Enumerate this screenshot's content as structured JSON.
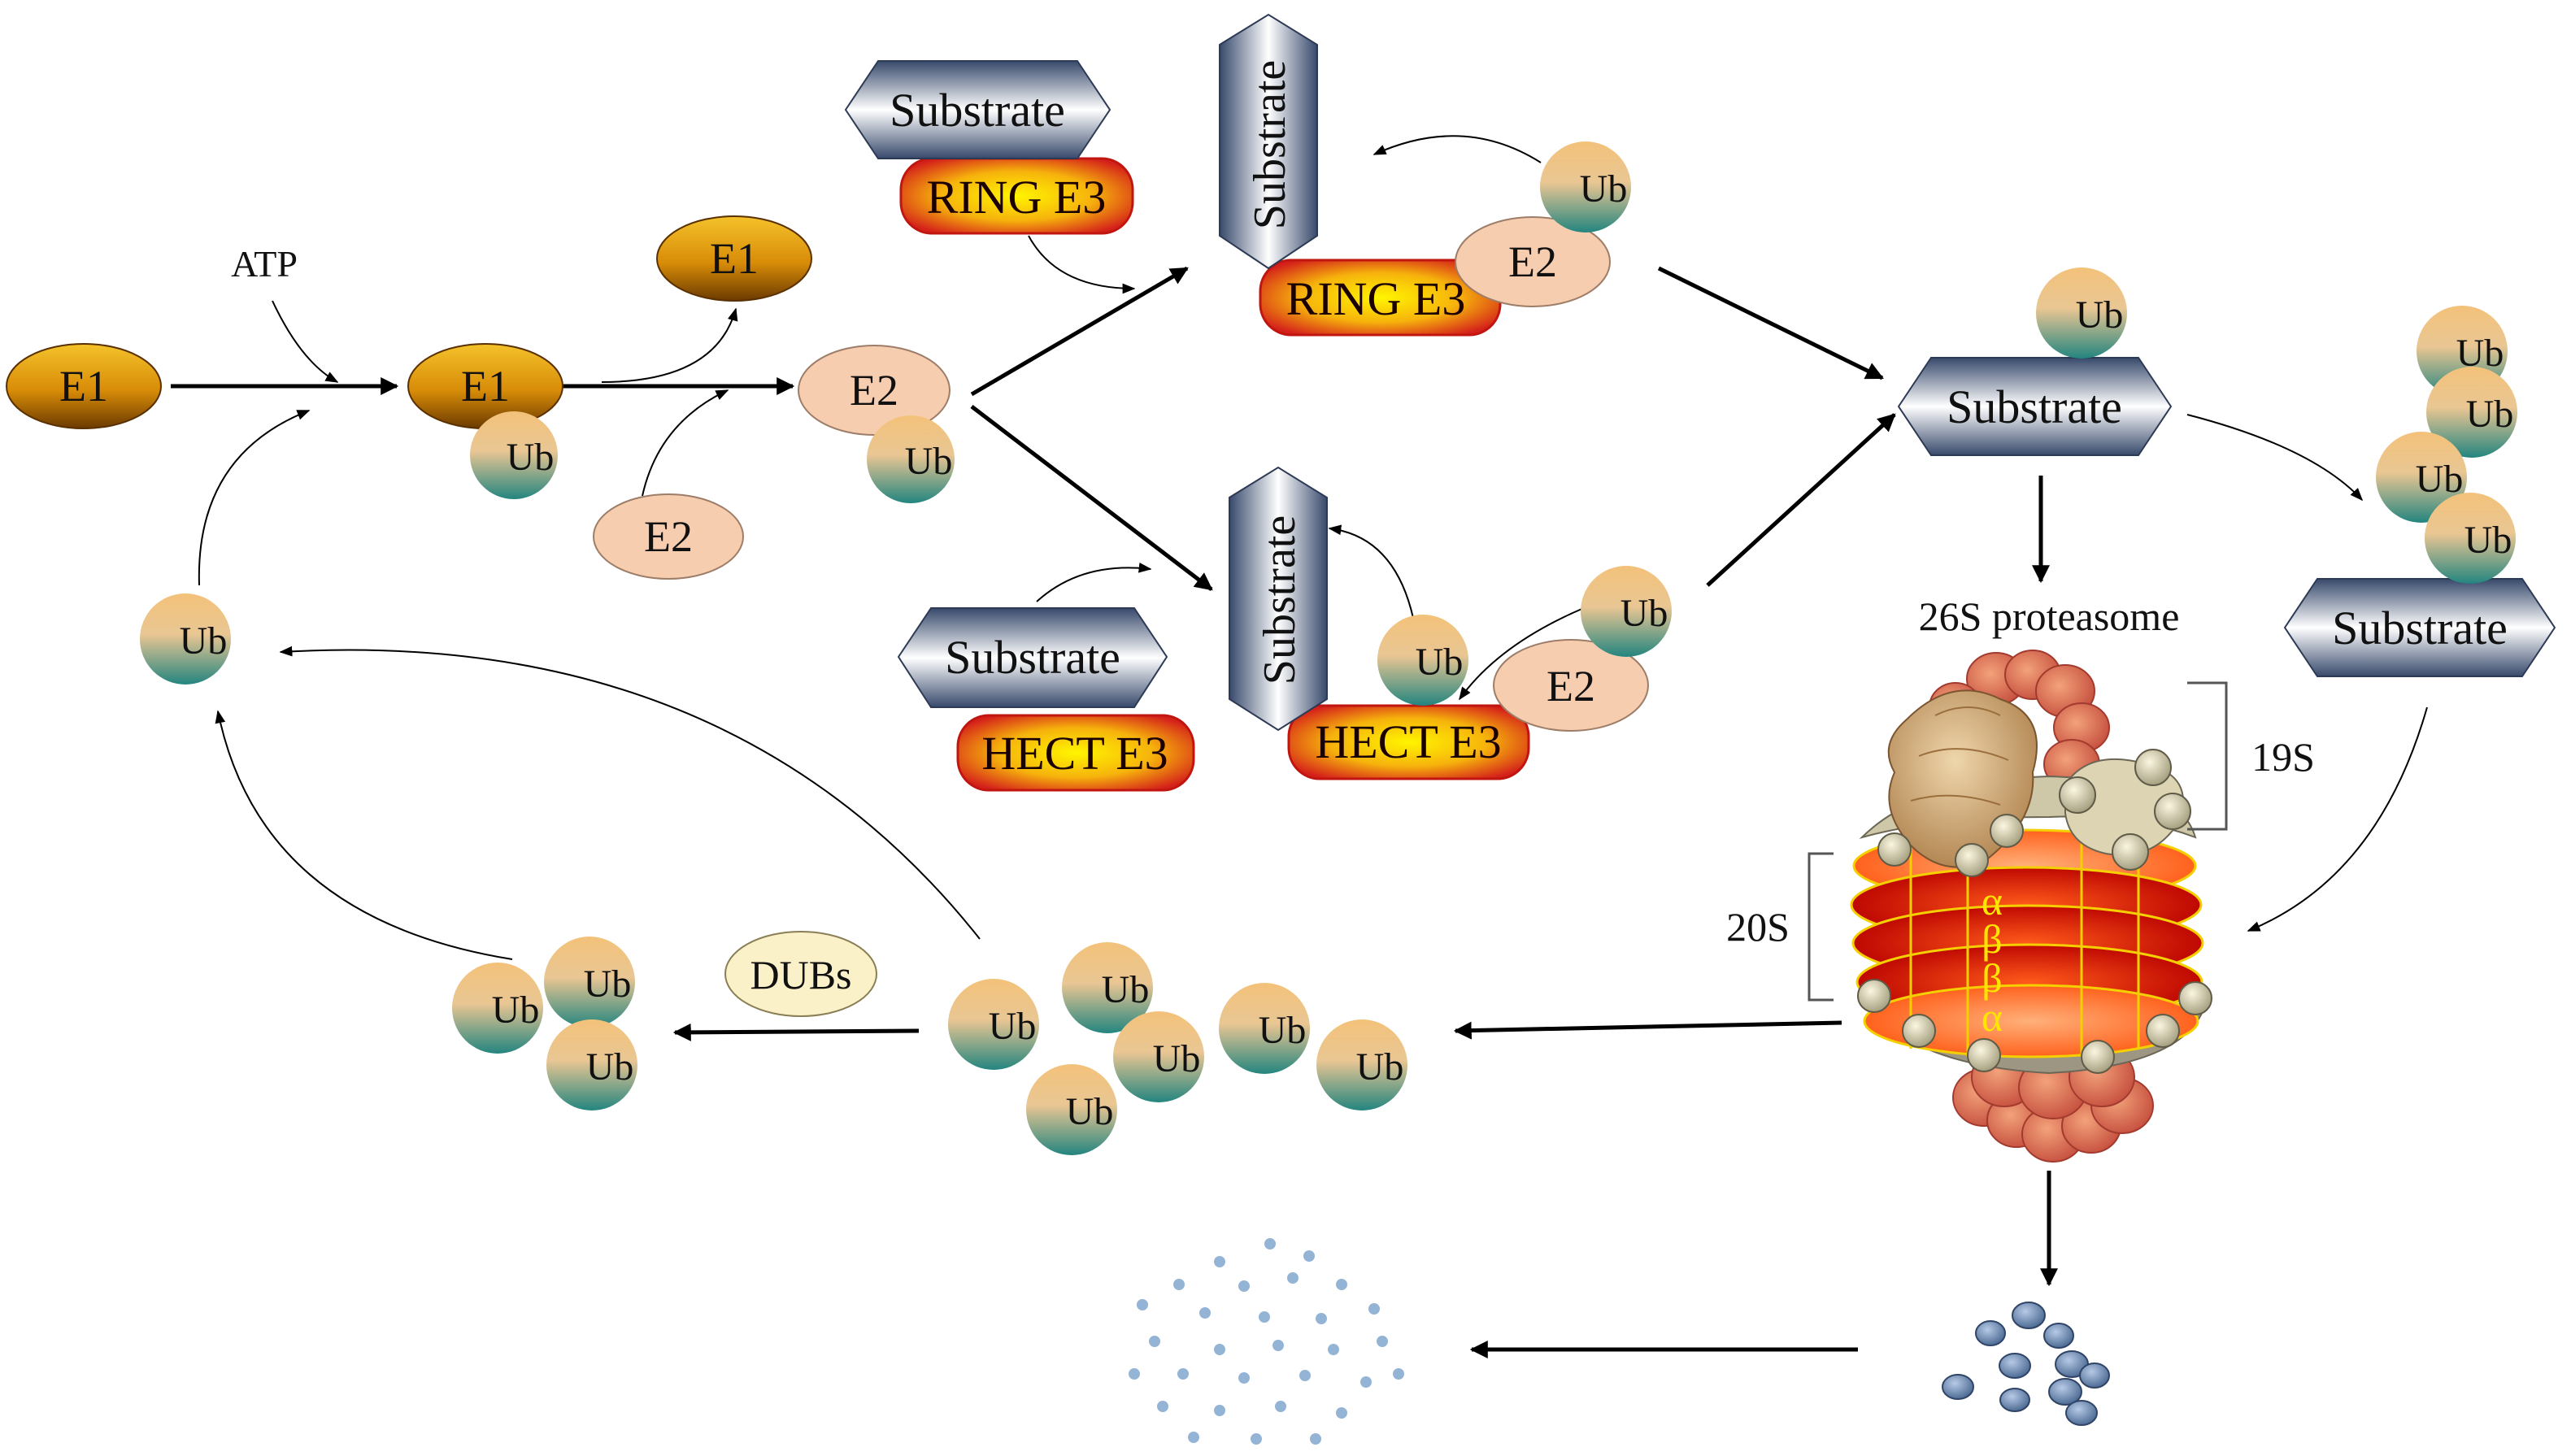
{
  "labels": {
    "e1": "E1",
    "e2": "E2",
    "ub": "Ub",
    "atp": "ATP",
    "substrate": "Substrate",
    "ring_e3": "RING E3",
    "hect_e3": "HECT E3",
    "proteasome": "26S proteasome",
    "s19": "19S",
    "s20": "20S",
    "dubs": "DUBs",
    "alpha": "α",
    "beta": "β"
  },
  "colors": {
    "e1_top": "#f2b71a",
    "e1_bottom": "#7a4400",
    "e2_fill": "#f7cdb0",
    "ub_top": "#f3c27a",
    "ub_bottom": "#2a8a86",
    "substrate_mid": "#ffffff",
    "substrate_dark": "#3d5277",
    "e3_edge": "#d8231c",
    "e3_center": "#fff200",
    "proteasome_red": "#d10000",
    "proteasome_orange": "#ff7a1a",
    "subunit_tan": "#d6b98a",
    "cap_grey": "#d9d3b4",
    "peptide_blue": "#7d99c2",
    "dots_blue": "#94b4d6",
    "dubs_fill": "#fbf1c8",
    "arrow": "#000000",
    "greek_letters": "#ffe600"
  }
}
